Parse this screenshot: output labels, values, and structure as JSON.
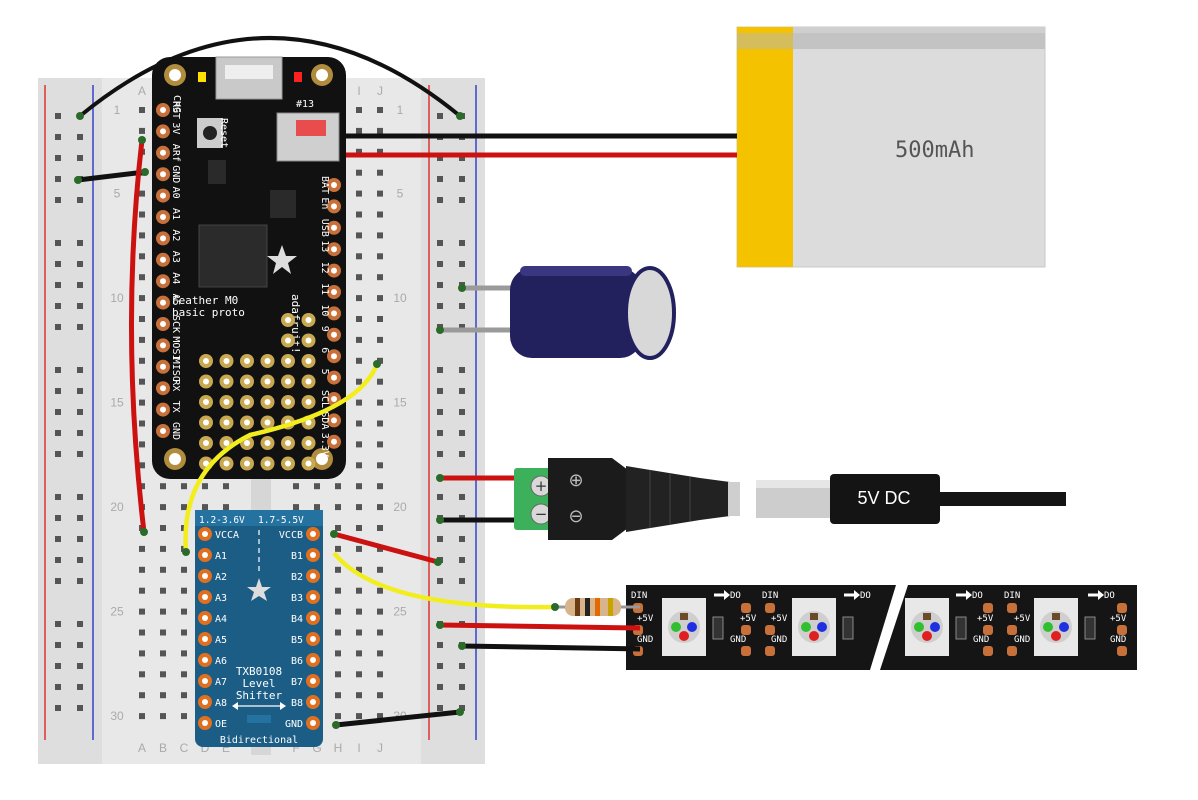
{
  "breadboard": {
    "column_letters_top": [
      "A",
      "B",
      "C",
      "D",
      "E",
      "F",
      "G",
      "H",
      "I",
      "J"
    ],
    "column_letters_bottom": [
      "A",
      "B",
      "C",
      "D",
      "E",
      "F",
      "G",
      "H",
      "I",
      "J"
    ],
    "row_numbers": [
      "1",
      "5",
      "10",
      "15",
      "20",
      "25",
      "30"
    ]
  },
  "feather": {
    "name_line1": "Feather M0",
    "name_line2": "basic proto",
    "brand": "adafruit!",
    "reset_label": "Reset",
    "chg_label": "CHG",
    "led_label": "#13",
    "left_pins": [
      "RST",
      "3V",
      "ARf",
      "GND",
      "A0",
      "A1",
      "A2",
      "A3",
      "A4",
      "A5",
      "SCK",
      "MOSI",
      "MISO",
      "RX",
      "TX",
      "GND"
    ],
    "right_pins": [
      "BAT",
      "En",
      "USB",
      "13",
      "12",
      "11",
      "10",
      "9",
      "6",
      "5",
      "SCL",
      "SDA",
      "3.3V"
    ]
  },
  "battery": {
    "label": "500mAh"
  },
  "power_plug": {
    "label": "5V DC",
    "plus_symbol": "⊕",
    "minus_symbol": "⊖"
  },
  "level_shifter": {
    "header_left": "1.2-3.6V",
    "header_right": "1.7-5.5V",
    "left_pins": [
      "VCCA",
      "A1",
      "A2",
      "A3",
      "A4",
      "A5",
      "A6",
      "A7",
      "A8",
      "OE"
    ],
    "right_pins": [
      "VCCB",
      "B1",
      "B2",
      "B3",
      "B4",
      "B5",
      "B6",
      "B7",
      "B8",
      "GND"
    ],
    "title_line1": "TXB0108",
    "title_line2": "Level",
    "title_line3": "Shifter",
    "footer": "Bidirectional"
  },
  "led_strip": {
    "din": "DIN",
    "do": "DO",
    "plus5v": "+5V",
    "gnd": "GND"
  },
  "colors": {
    "wire_red": "#cc1111",
    "wire_black": "#111111",
    "wire_yellow": "#f2ee1e",
    "feather_pcb": "#111111",
    "shifter_pcb": "#1c5d86",
    "battery_tab": "#f5c200",
    "terminal_green": "#3cb05a",
    "capacitor": "#23205e"
  }
}
